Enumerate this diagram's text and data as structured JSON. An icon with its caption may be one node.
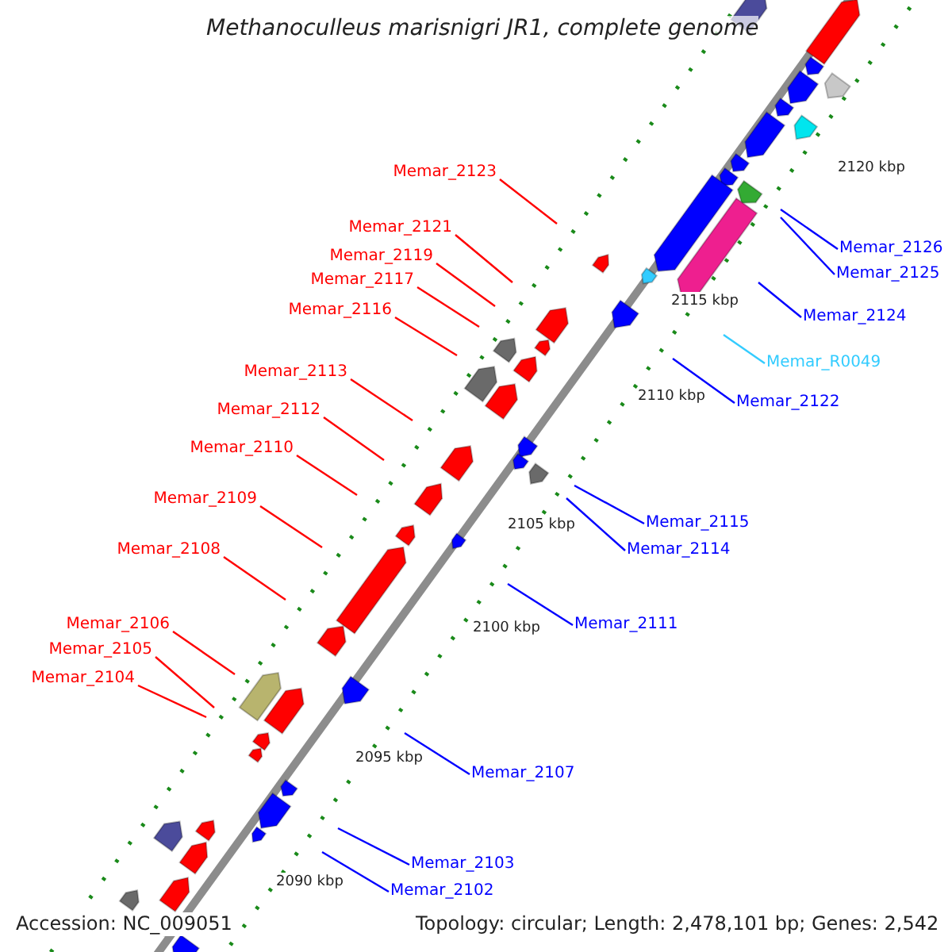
{
  "diagram": {
    "title": "Methanoculleus marisnigri JR1, complete genome",
    "nodes": [
      {
        "text": [
          "Memar_2123"
        ]
      },
      {
        "text": [
          "Memar_2121"
        ]
      },
      {
        "text": [
          "Memar_2119"
        ]
      },
      {
        "text": [
          "Memar_2117"
        ]
      },
      {
        "text": [
          "Memar_2116"
        ]
      },
      {
        "text": [
          "Memar_2113"
        ]
      },
      {
        "text": [
          "Memar_2112"
        ]
      },
      {
        "text": [
          "Memar_2110"
        ]
      },
      {
        "text": [
          "Memar_2109"
        ]
      },
      {
        "text": [
          "Memar_2108"
        ]
      },
      {
        "text": [
          "Memar_2106"
        ]
      },
      {
        "text": [
          "Memar_2105"
        ]
      },
      {
        "text": [
          "Memar_2104"
        ]
      },
      {
        "text": [
          "Memar_2126"
        ]
      },
      {
        "text": [
          "Memar_2125"
        ]
      },
      {
        "text": [
          "Memar_2124"
        ]
      },
      {
        "text": [
          "Memar_R0049"
        ]
      },
      {
        "text": [
          "Memar_2122"
        ]
      },
      {
        "text": [
          "Memar_2115"
        ]
      },
      {
        "text": [
          "Memar_2114"
        ]
      },
      {
        "text": [
          "Memar_2111"
        ]
      },
      {
        "text": [
          "Memar_2107"
        ]
      },
      {
        "text": [
          "Memar_2103"
        ]
      },
      {
        "text": [
          "Memar_2102"
        ]
      }
    ],
    "edges": [
      {
        "from": 0,
        "to": null,
        "arrow": "none"
      },
      {
        "from": 1,
        "to": null,
        "arrow": "none"
      },
      {
        "from": 2,
        "to": null,
        "arrow": "none"
      },
      {
        "from": 3,
        "to": null,
        "arrow": "none"
      },
      {
        "from": 4,
        "to": null,
        "arrow": "none"
      },
      {
        "from": 5,
        "to": null,
        "arrow": "none"
      },
      {
        "from": 6,
        "to": null,
        "arrow": "none"
      },
      {
        "from": 7,
        "to": null,
        "arrow": "none"
      },
      {
        "from": 8,
        "to": null,
        "arrow": "none"
      },
      {
        "from": 9,
        "to": null,
        "arrow": "none"
      },
      {
        "from": 10,
        "to": null,
        "arrow": "none"
      },
      {
        "from": 11,
        "to": null,
        "arrow": "none"
      },
      {
        "from": 12,
        "to": null,
        "arrow": "none"
      },
      {
        "from": 13,
        "to": null,
        "arrow": "none",
        "color": "#0000ff"
      },
      {
        "from": 14,
        "to": null,
        "arrow": "none",
        "color": "#0000ff"
      },
      {
        "from": 15,
        "to": null,
        "arrow": "none",
        "color": "#0000ff"
      },
      {
        "from": 16,
        "to": null,
        "arrow": "none",
        "color": "#33ccff"
      },
      {
        "from": 17,
        "to": null,
        "arrow": "none",
        "color": "#0000ff"
      },
      {
        "from": 18,
        "to": null,
        "arrow": "none",
        "color": "#0000ff"
      },
      {
        "from": 19,
        "to": null,
        "arrow": "none",
        "color": "#0000ff"
      },
      {
        "from": 20,
        "to": null,
        "arrow": "none",
        "color": "#0000ff"
      },
      {
        "from": 21,
        "to": null,
        "arrow": "none",
        "color": "#0000ff"
      },
      {
        "from": 22,
        "to": null,
        "arrow": "none",
        "color": "#0000ff"
      },
      {
        "from": 23,
        "to": null,
        "arrow": "none",
        "color": "#0000ff"
      }
    ],
    "labels": [
      "2120 kbp",
      "2115 kbp",
      "2110 kbp",
      "2105 kbp",
      "2100 kbp",
      "2095 kbp",
      "2090 kbp",
      "Accession: NC_009051",
      "Topology: circular; Length: 2,478,101 bp; Genes: 2,542"
    ]
  }
}
